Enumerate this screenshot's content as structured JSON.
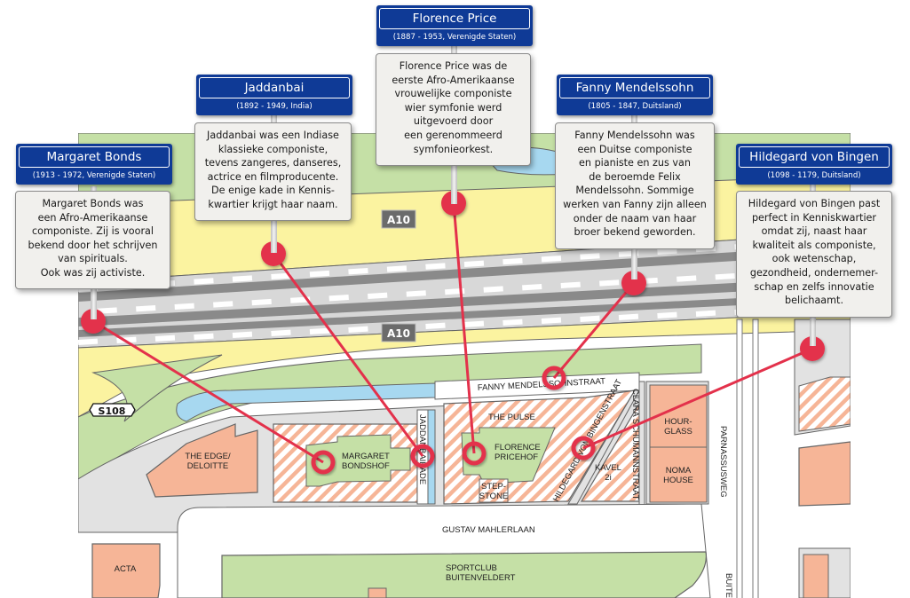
{
  "title": "Componisten in Kenniskwartier",
  "composers": [
    {
      "id": "margaret-bonds",
      "name": "Margaret Bonds",
      "dates": "(1913 - 1972, Verenigde Staten)",
      "description": [
        "Margaret Bonds was",
        "een Afro-Amerikaanse",
        "componiste. Zij is vooral",
        "bekend door het schrijven",
        "van spirituals.",
        "Ook was zij activiste."
      ],
      "location": "Margaret Bondshof"
    },
    {
      "id": "jaddanbai",
      "name": "Jaddanbai",
      "dates": "(1892 - 1949, India)",
      "description": [
        "Jaddanbai was een Indiase",
        "klassieke componiste,",
        "tevens zangeres, danseres,",
        "actrice en filmproducente.",
        "De enige kade in Kennis-",
        "kwartier krijgt haar naam."
      ],
      "location": "Jaddanbaikade"
    },
    {
      "id": "florence-price",
      "name": "Florence Price",
      "dates": "(1887 - 1953, Verenigde Staten)",
      "description": [
        "Florence Price was de",
        "eerste Afro-Amerikaanse",
        "vrouwelijke componiste",
        "wier symfonie werd",
        "uitgevoerd door",
        "een gerenommeerd",
        "symfonieorkest."
      ],
      "location": "Florence Pricehof"
    },
    {
      "id": "fanny-mendelssohn",
      "name": "Fanny Mendelssohn",
      "dates": "(1805 - 1847, Duitsland)",
      "description": [
        "Fanny Mendelssohn was",
        "een Duitse componiste",
        "en pianiste en zus van",
        "de beroemde Felix",
        "Mendelssohn. Sommige",
        "werken van Fanny zijn alleen",
        "onder de naam van haar",
        "broer bekend geworden."
      ],
      "location": "Fanny Mendelssohnstraat"
    },
    {
      "id": "hildegard-von-bingen",
      "name": "Hildegard von Bingen",
      "dates": "(1098 - 1179, Duitsland)",
      "description": [
        "Hildegard von Bingen past",
        "perfect in Kenniskwartier",
        "omdat zij, naast haar",
        "kwaliteit als componiste,",
        "ook wetenschap,",
        "gezondheid, ondernemer-",
        "schap en zelfs innovatie",
        "belichaamt."
      ],
      "location": "Hildegard von Bingenstraat"
    }
  ],
  "map": {
    "highway_labels": [
      "A10",
      "A10"
    ],
    "route_badge": "S108",
    "streets": {
      "fanny": "FANNY MENDELSSOHNSTRAAT",
      "jaddanbai": "JADDANBAIKADE",
      "hildegard": "HILDEGARD VON BINGENSTRAAT",
      "clara": "CLARA SCHUMANNSTRAAT",
      "parnassus": "PARNASSUSWEG",
      "gustav": "GUSTAV MAHLERLAAN",
      "buiten": "BUITE"
    },
    "places": {
      "edge_1": "THE EDGE/",
      "edge_2": "DELOITTE",
      "bonds_1": "MARGARET",
      "bonds_2": "BONDSHOF",
      "pulse": "THE PULSE",
      "price_1": "FLORENCE",
      "price_2": "PRICEHOF",
      "step_1": "STEP-",
      "step_2": "STONE",
      "kavel_1": "KAVEL",
      "kavel_2": "2i",
      "hour_1": "HOUR-",
      "hour_2": "GLASS",
      "noma_1": "NOMA",
      "noma_2": "HOUSE",
      "acta": "ACTA",
      "sport_1": "SPORTCLUB",
      "sport_2": "BUITENVELDERT"
    },
    "colors": {
      "marker": "#e3314b",
      "sign_blue": "#0f3a96",
      "highway_band": "#fbf3a0",
      "green": "#c5e0a6",
      "water": "#a7d8f0",
      "building": "#f6b597",
      "road": "#e2e2e2"
    }
  }
}
